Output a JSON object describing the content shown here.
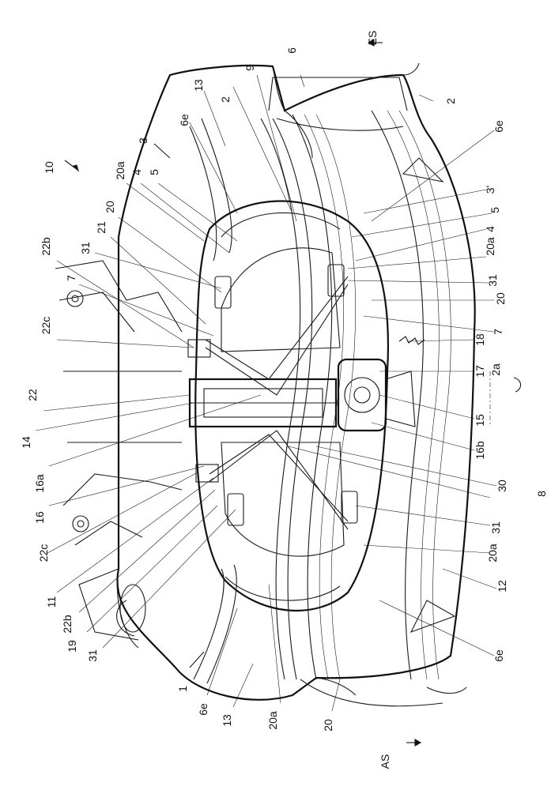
{
  "figure": {
    "labels": [
      {
        "id": "ES",
        "text": "ES"
      },
      {
        "id": "AS",
        "text": "AS"
      },
      {
        "id": "n10",
        "text": "10"
      },
      {
        "id": "n3",
        "text": "3"
      },
      {
        "id": "n13a",
        "text": "13"
      },
      {
        "id": "n6top",
        "text": "6"
      },
      {
        "id": "n9",
        "text": "9"
      },
      {
        "id": "n2a",
        "text": "2"
      },
      {
        "id": "n2b",
        "text": "2"
      },
      {
        "id": "n6e_tl",
        "text": "6e"
      },
      {
        "id": "n20a_tl",
        "text": "20a"
      },
      {
        "id": "n4_tl",
        "text": "4"
      },
      {
        "id": "n5_tl",
        "text": "5"
      },
      {
        "id": "n20_tl",
        "text": "20"
      },
      {
        "id": "n21",
        "text": "21"
      },
      {
        "id": "n31_tl",
        "text": "31"
      },
      {
        "id": "n22b_t",
        "text": "22b"
      },
      {
        "id": "n7_tl",
        "text": "7"
      },
      {
        "id": "n22c_t",
        "text": "22c"
      },
      {
        "id": "n22",
        "text": "22"
      },
      {
        "id": "n14",
        "text": "14"
      },
      {
        "id": "n16a",
        "text": "16a"
      },
      {
        "id": "n16",
        "text": "16"
      },
      {
        "id": "n22c_b",
        "text": "22c"
      },
      {
        "id": "n11",
        "text": "11"
      },
      {
        "id": "n22b_b",
        "text": "22b"
      },
      {
        "id": "n19",
        "text": "19"
      },
      {
        "id": "n31_bl",
        "text": "31"
      },
      {
        "id": "n1",
        "text": "1"
      },
      {
        "id": "n6e_bl",
        "text": "6e"
      },
      {
        "id": "n13b",
        "text": "13"
      },
      {
        "id": "n20a_bl",
        "text": "20a"
      },
      {
        "id": "n20_b",
        "text": "20"
      },
      {
        "id": "n6e_tr",
        "text": "6e"
      },
      {
        "id": "n3p",
        "text": "3'"
      },
      {
        "id": "n5_r",
        "text": "5"
      },
      {
        "id": "n4_r",
        "text": "4"
      },
      {
        "id": "n20a_r",
        "text": "20a"
      },
      {
        "id": "n31_r",
        "text": "31"
      },
      {
        "id": "n20_r",
        "text": "20"
      },
      {
        "id": "n7_r",
        "text": "7"
      },
      {
        "id": "n18",
        "text": "18"
      },
      {
        "id": "n17",
        "text": "17"
      },
      {
        "id": "n2a_axis",
        "text": "2a"
      },
      {
        "id": "n15",
        "text": "15"
      },
      {
        "id": "n16b",
        "text": "16b"
      },
      {
        "id": "n8",
        "text": "8"
      },
      {
        "id": "n30",
        "text": "30"
      },
      {
        "id": "n31_br",
        "text": "31"
      },
      {
        "id": "n20a_br",
        "text": "20a"
      },
      {
        "id": "n12",
        "text": "12"
      },
      {
        "id": "n6e_br",
        "text": "6e"
      }
    ]
  }
}
